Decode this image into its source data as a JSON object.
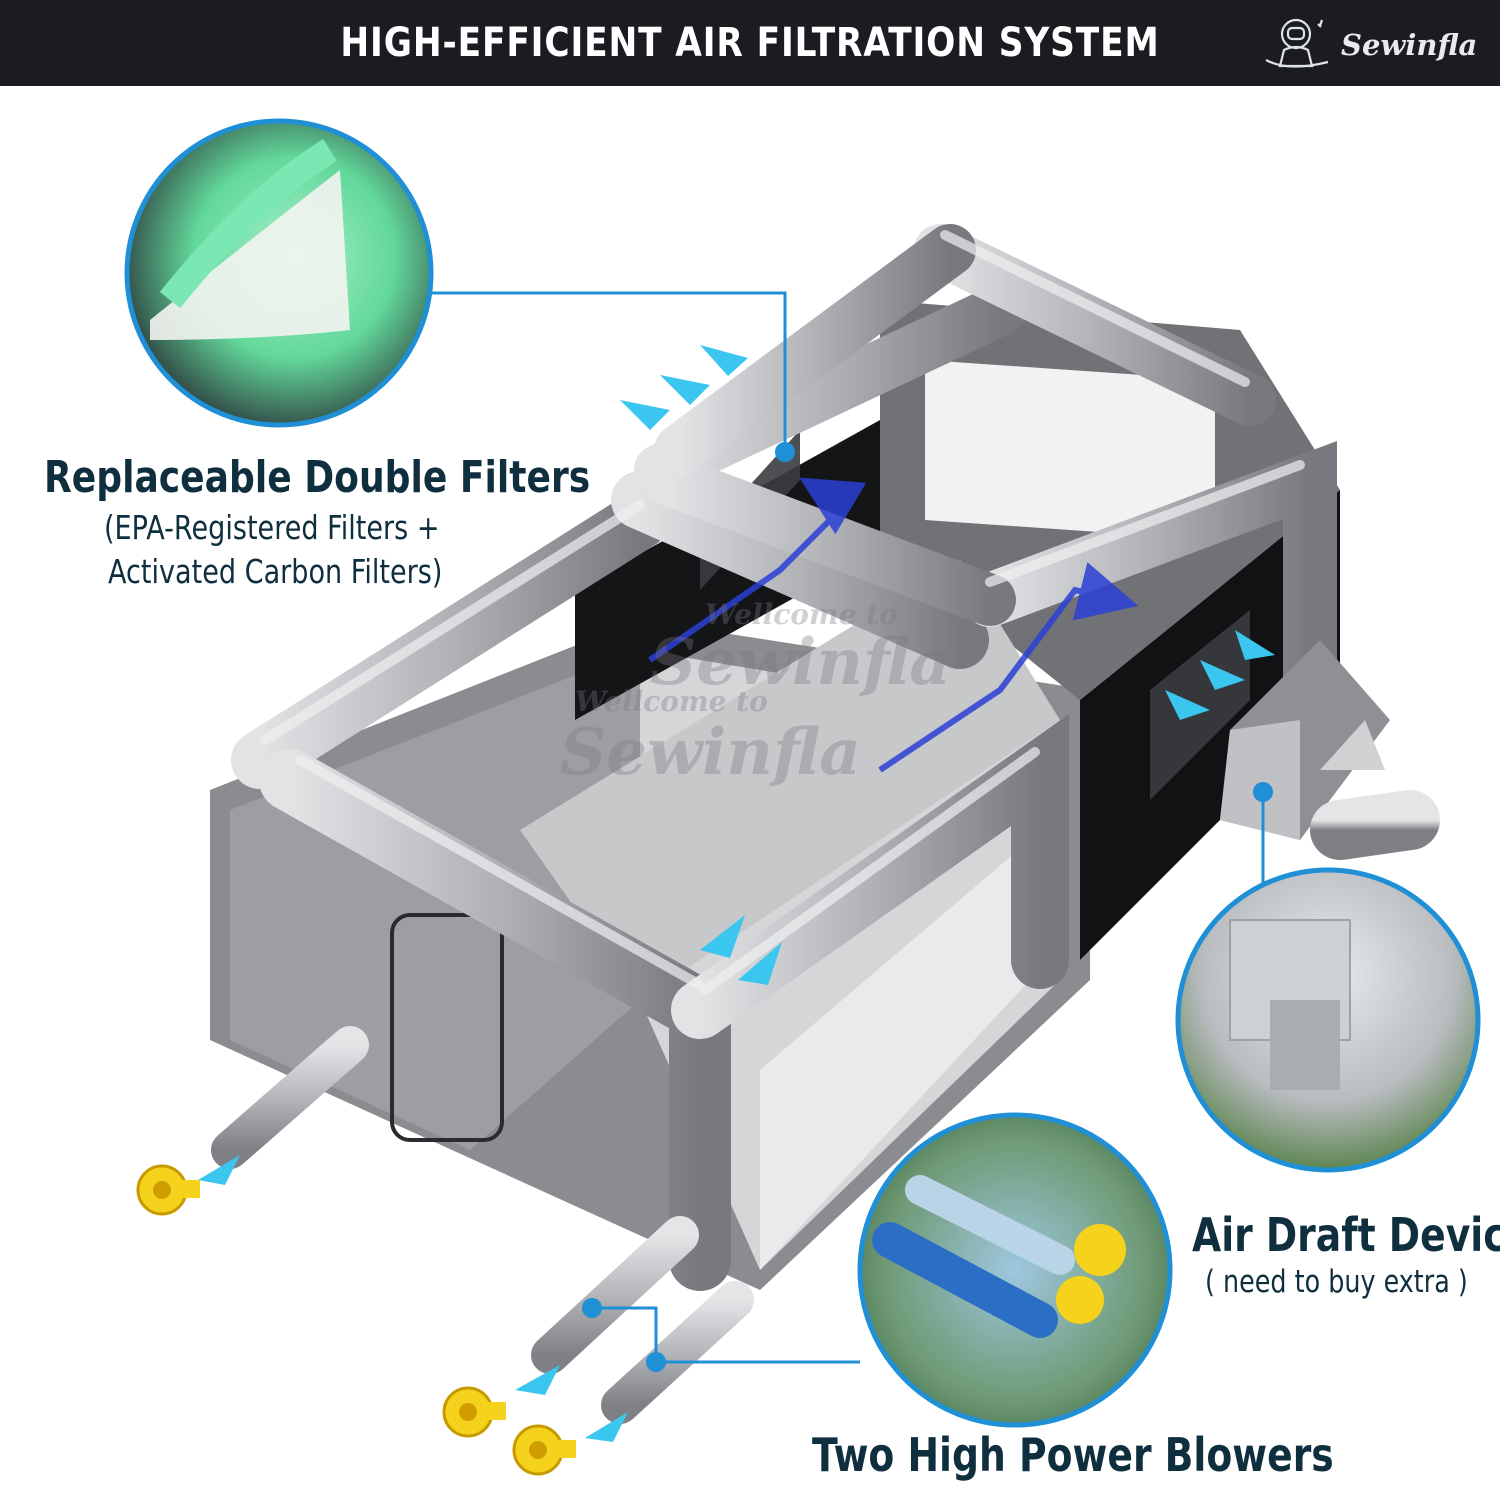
{
  "header": {
    "title": "HIGH-EFFICIENT AIR FILTRATION SYSTEM",
    "brand": "Sewinfla"
  },
  "callouts": {
    "filters": {
      "title": "Replaceable Double Filters",
      "line1": "(EPA-Registered Filters +",
      "line2": "Activated Carbon Filters)"
    },
    "draft": {
      "title": "Air Draft Device",
      "note": "( need to buy extra )"
    },
    "blowers": {
      "title": "Two High Power Blowers"
    }
  },
  "watermark": {
    "line1": "Wellcome to",
    "line2": "Sewinfla"
  },
  "colors": {
    "banner": "#1b1c22",
    "label": "#0f2f3f",
    "callout_line": "#1f8fd6",
    "airflow_arrow": "#3bc6f0",
    "filter_flow": "#2b3fd6",
    "tent_frame": "#b7b9bd",
    "blower": "#f5d31c"
  },
  "icons": [
    "astronaut-logo-icon",
    "blower-icon",
    "airflow-arrow-icon"
  ]
}
